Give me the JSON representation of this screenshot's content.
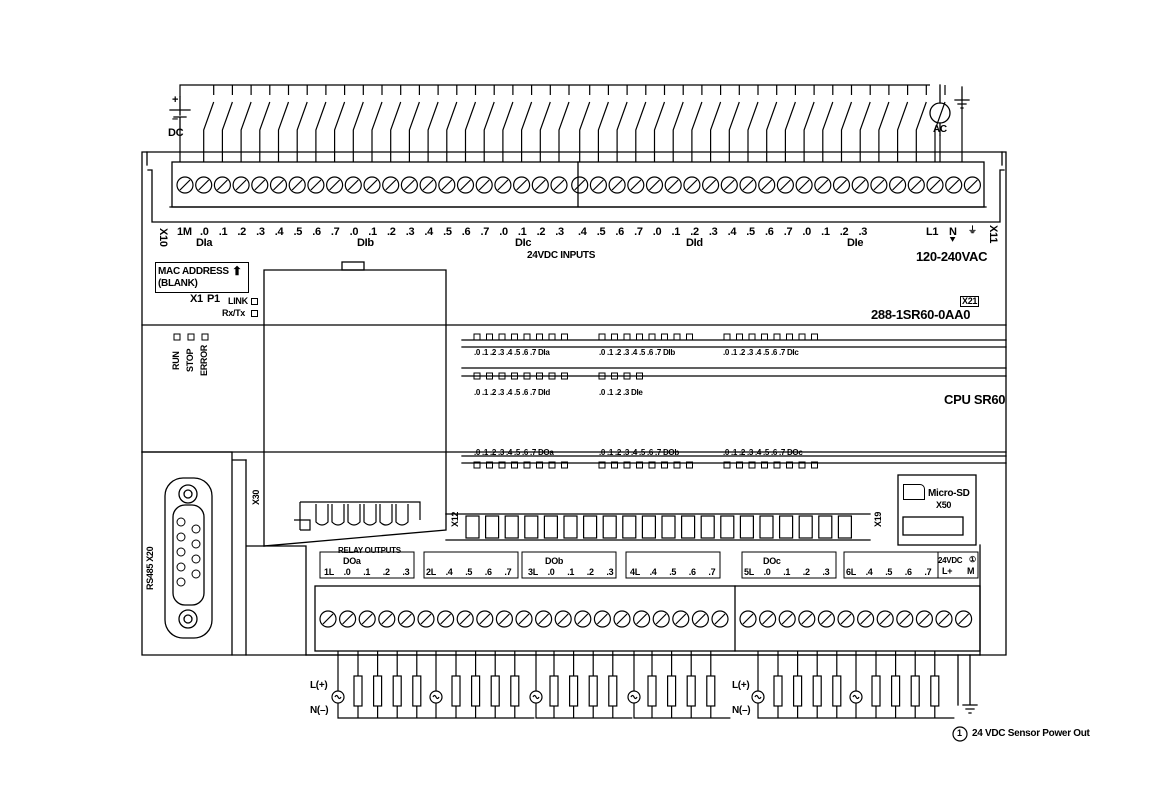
{
  "supply": {
    "dc_plus": "+",
    "dc_minus": "–",
    "dc_label": "DC",
    "ac_label": "AC"
  },
  "input_block": {
    "x10": "X10",
    "x11": "X11",
    "terminals": [
      "1M",
      ".0",
      ".1",
      ".2",
      ".3",
      ".4",
      ".5",
      ".6",
      ".7",
      ".0",
      ".1",
      ".2",
      ".3",
      ".4",
      ".5",
      ".6",
      ".7",
      ".0",
      ".1",
      ".2",
      ".3",
      ".4",
      ".5",
      ".6",
      ".7",
      ".0",
      ".1",
      ".2",
      ".3",
      ".4",
      ".5",
      ".6",
      ".7",
      ".0",
      ".1",
      ".2",
      ".3"
    ],
    "groups": [
      "DIa",
      "DIb",
      "DIc",
      "DId",
      "DIe"
    ],
    "inputs_title": "24VDC INPUTS",
    "power_terminals": [
      "L1",
      "N"
    ],
    "voltage": "120-240VAC"
  },
  "module": {
    "mac_address": "MAC ADDRESS",
    "mac_sub": "(BLANK)",
    "x1": "X1",
    "p1": "P1",
    "link": "LINK",
    "rxtx": "Rx/Tx",
    "x21": "X21",
    "part_number": "288-1SR60-0AA0",
    "cpu_name": "CPU SR60",
    "status": [
      "RUN",
      "STOP",
      "ERROR"
    ],
    "led_labels_dia": ".0 .1 .2 .3 .4 .5 .6 .7 DIa",
    "led_labels_dib": ".0 .1 .2 .3 .4 .5 .6 .7 DIb",
    "led_labels_dic": ".0 .1 .2 .3 .4 .5 .6 .7 DIc",
    "led_labels_did1": ".0 .1 .2 .3 .4 .5 .6 .7 DId",
    "led_labels_die": ".0 .1 .2 .3 DIe",
    "led_labels_doa": ".0 .1 .2 .3 .4 .5 .6 .7 DOa",
    "led_labels_dob": ".0 .1 .2 .3 .4 .5 .6 .7 DOb",
    "led_labels_doc": ".0 .1 .2 .3 .4 .5 .6 .7 DOc",
    "rs485": "RS485 X20",
    "x12": "X12",
    "x19": "X19",
    "micro_sd": "Micro-SD",
    "x50": "X50",
    "x30": "X30"
  },
  "output_block": {
    "relay_title": "RELAY OUTPUTS",
    "doa": "DOa",
    "dob": "DOb",
    "doc": "DOc",
    "left_terminals": [
      "1L",
      ".0",
      ".1",
      ".2",
      ".3",
      "2L",
      ".4",
      ".5",
      ".6",
      ".7",
      "3L",
      ".0",
      ".1",
      ".2",
      ".3",
      "4L",
      ".4",
      ".5",
      ".6",
      ".7"
    ],
    "right_terminals": [
      "5L",
      ".0",
      ".1",
      ".2",
      ".3",
      "6L",
      ".4",
      ".5",
      ".6",
      ".7"
    ],
    "sensor_label": "24VDC",
    "sensor_terminals": [
      "L+",
      "M"
    ],
    "sensor_marker": "①"
  },
  "loads": {
    "l_plus": "L(+)",
    "n_minus": "N(–)"
  },
  "footnote": {
    "number": "1",
    "text": "24 VDC Sensor Power Out"
  }
}
